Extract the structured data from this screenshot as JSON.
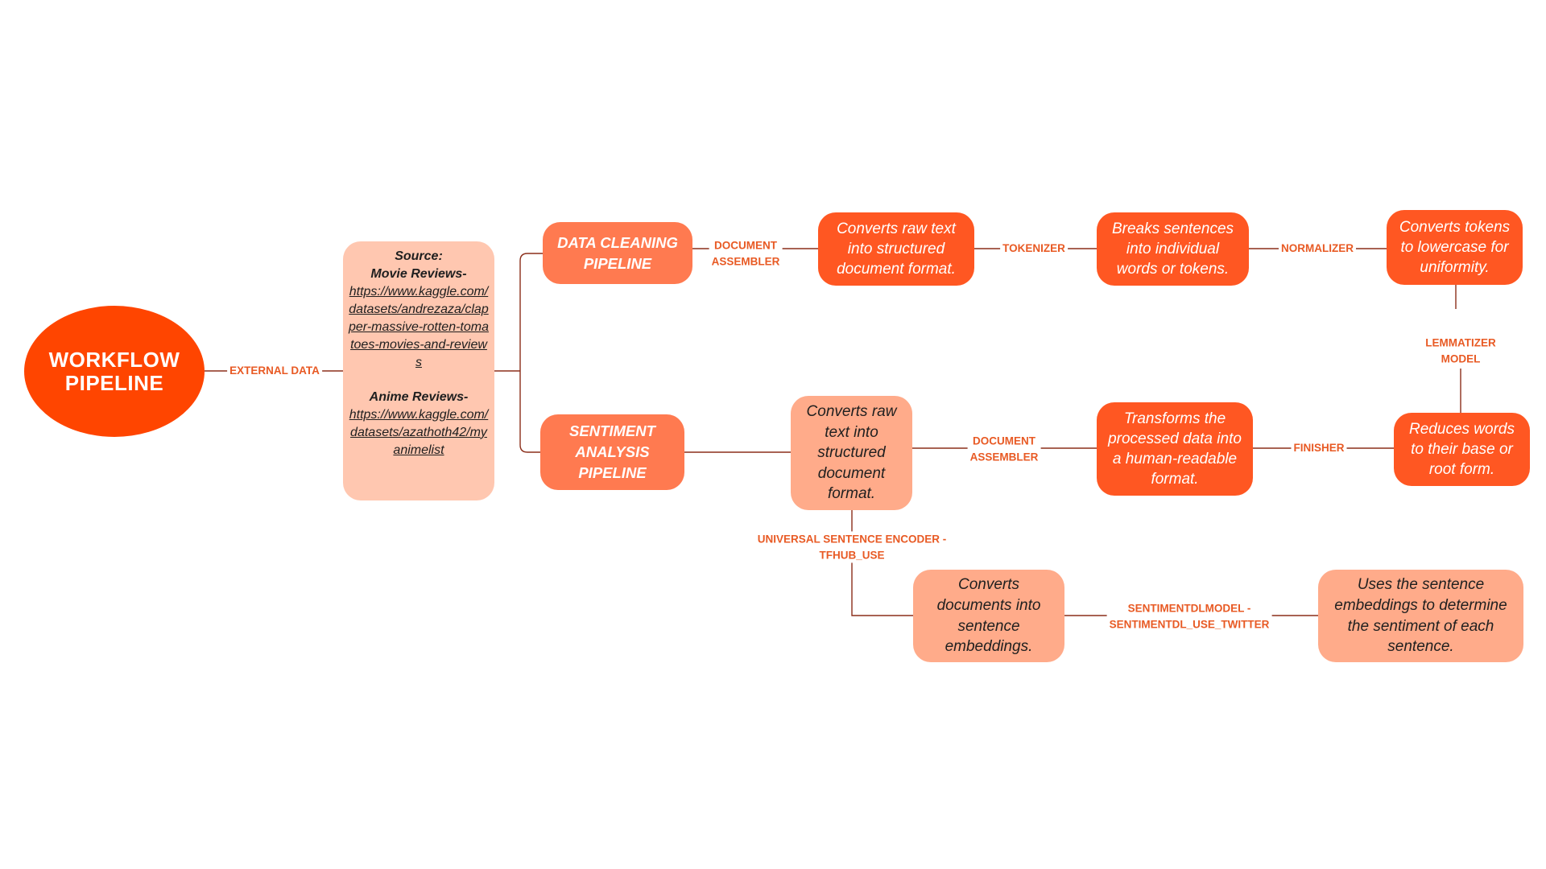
{
  "diagram": {
    "root": {
      "line1": "WORKFLOW",
      "line2": "PIPELINE"
    },
    "source": {
      "title": "Source:",
      "movie_label": "Movie  Reviews-",
      "movie_link": "https://www.kaggle.com/datasets/andrezaza/clapper-massive-rotten-tomatoes-movies-and-reviews",
      "anime_label": "Anime Reviews-",
      "anime_link": "https://www.kaggle.com/datasets/azathoth42/myanimelist"
    },
    "pipelines": {
      "data_cleaning": "DATA CLEANING PIPELINE",
      "sentiment": "SENTIMENT ANALYSIS PIPELINE"
    },
    "steps": {
      "dc_document": "Converts raw text into structured document format.",
      "dc_tokenize": "Breaks sentences into individual words or tokens.",
      "dc_normalize": "Converts tokens to lowercase for uniformity.",
      "dc_lemmatize": "Reduces words to their base or root form.",
      "dc_finish": "Transforms the processed data into a human-readable format.",
      "sa_document": "Converts raw text into structured document format.",
      "sa_embed": "Converts documents into sentence embeddings.",
      "sa_classify": "Uses the sentence embeddings to determine the sentiment of each sentence."
    },
    "labels": {
      "external_data": "EXTERNAL DATA",
      "document_assembler_1_a": "DOCUMENT",
      "document_assembler_1_b": "ASSEMBLER",
      "tokenizer": "TOKENIZER",
      "normalizer": "NORMALIZER",
      "lemmatizer_a": "LEMMATIZER",
      "lemmatizer_b": "MODEL",
      "finisher": "FINISHER",
      "document_assembler_2_a": "DOCUMENT",
      "document_assembler_2_b": "ASSEMBLER",
      "use_a": "UNIVERSAL SENTENCE ENCODER -",
      "use_b": "TFHUB_USE",
      "sentimentdl_a": "SENTIMENTDLMODEL -",
      "sentimentdl_b": "SENTIMENTDL_USE_TWITTER"
    },
    "colors": {
      "root": "#ff4500",
      "vivid_node": "#ff5722",
      "pipeline_node": "#ff7a50",
      "light_node": "#ffab8a",
      "source_node": "#ffc7b0",
      "connector": "#8b2e1a",
      "label_text": "#e85a24"
    }
  }
}
